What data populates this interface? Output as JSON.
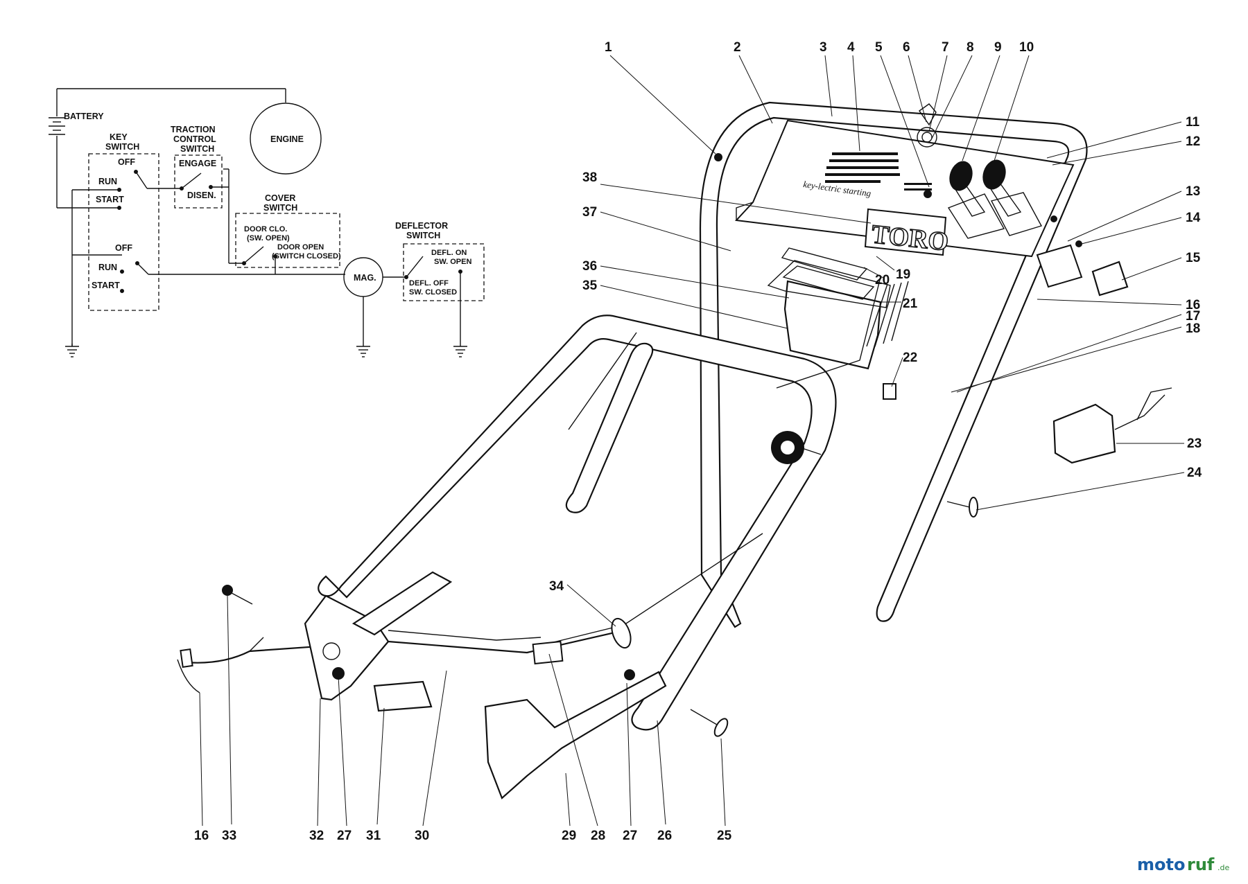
{
  "schematic": {
    "battery": "BATTERY",
    "key_switch": [
      "KEY",
      "SWITCH"
    ],
    "off_top": "OFF",
    "run_top": "RUN",
    "start_top": "START",
    "off_bottom": "OFF",
    "run_bottom": "RUN",
    "start_bottom": "START",
    "traction": [
      "TRACTION",
      "CONTROL",
      "SWITCH"
    ],
    "engage": "ENGAGE",
    "disen": "DISEN.",
    "engine": "ENGINE",
    "cover_switch": [
      "COVER",
      "SWITCH"
    ],
    "door_clo": [
      "DOOR CLO.",
      "(SW. OPEN)"
    ],
    "door_open": [
      "DOOR OPEN",
      "(SWITCH CLOSED)"
    ],
    "mag": "MAG.",
    "deflector_switch": [
      "DEFLECTOR",
      "SWITCH"
    ],
    "defl_on": [
      "DEFL. ON",
      "SW. OPEN"
    ],
    "defl_off": [
      "DEFL. OFF",
      "SW. CLOSED"
    ]
  },
  "panel": {
    "brand": "TORO",
    "keylectric": "key-lectric starting"
  },
  "callouts": {
    "n1": "1",
    "n2": "2",
    "n3": "3",
    "n4": "4",
    "n5": "5",
    "n6": "6",
    "n7": "7",
    "n8": "8",
    "n9": "9",
    "n10": "10",
    "n11": "11",
    "n12": "12",
    "n13": "13",
    "n14": "14",
    "n15": "15",
    "n16a": "16",
    "n16b": "16",
    "n17": "17",
    "n18": "18",
    "n19": "19",
    "n20": "20",
    "n21": "21",
    "n22": "22",
    "n23": "23",
    "n24": "24",
    "n25": "25",
    "n26": "26",
    "n27a": "27",
    "n27b": "27",
    "n28": "28",
    "n29": "29",
    "n30": "30",
    "n31": "31",
    "n32": "32",
    "n33": "33",
    "n34": "34",
    "n35": "35",
    "n36": "36",
    "n37": "37",
    "n38": "38"
  },
  "watermark": {
    "moto": "moto",
    "ruf": "ruf",
    "de": ".de"
  }
}
